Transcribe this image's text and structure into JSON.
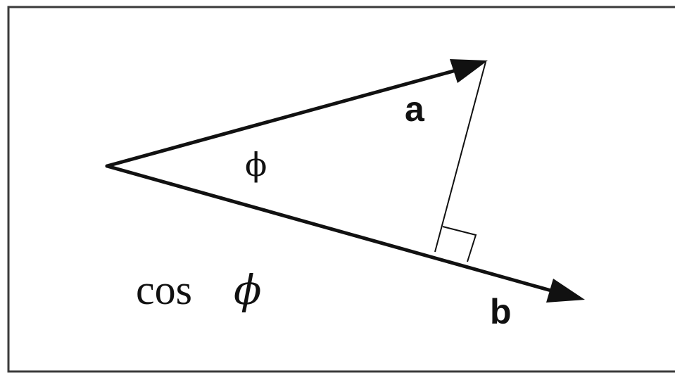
{
  "diagram": {
    "vector_a_label": "a",
    "vector_b_label": "b",
    "angle_label": "ϕ",
    "formula": {
      "word": "cos",
      "symbol": "ϕ"
    }
  }
}
